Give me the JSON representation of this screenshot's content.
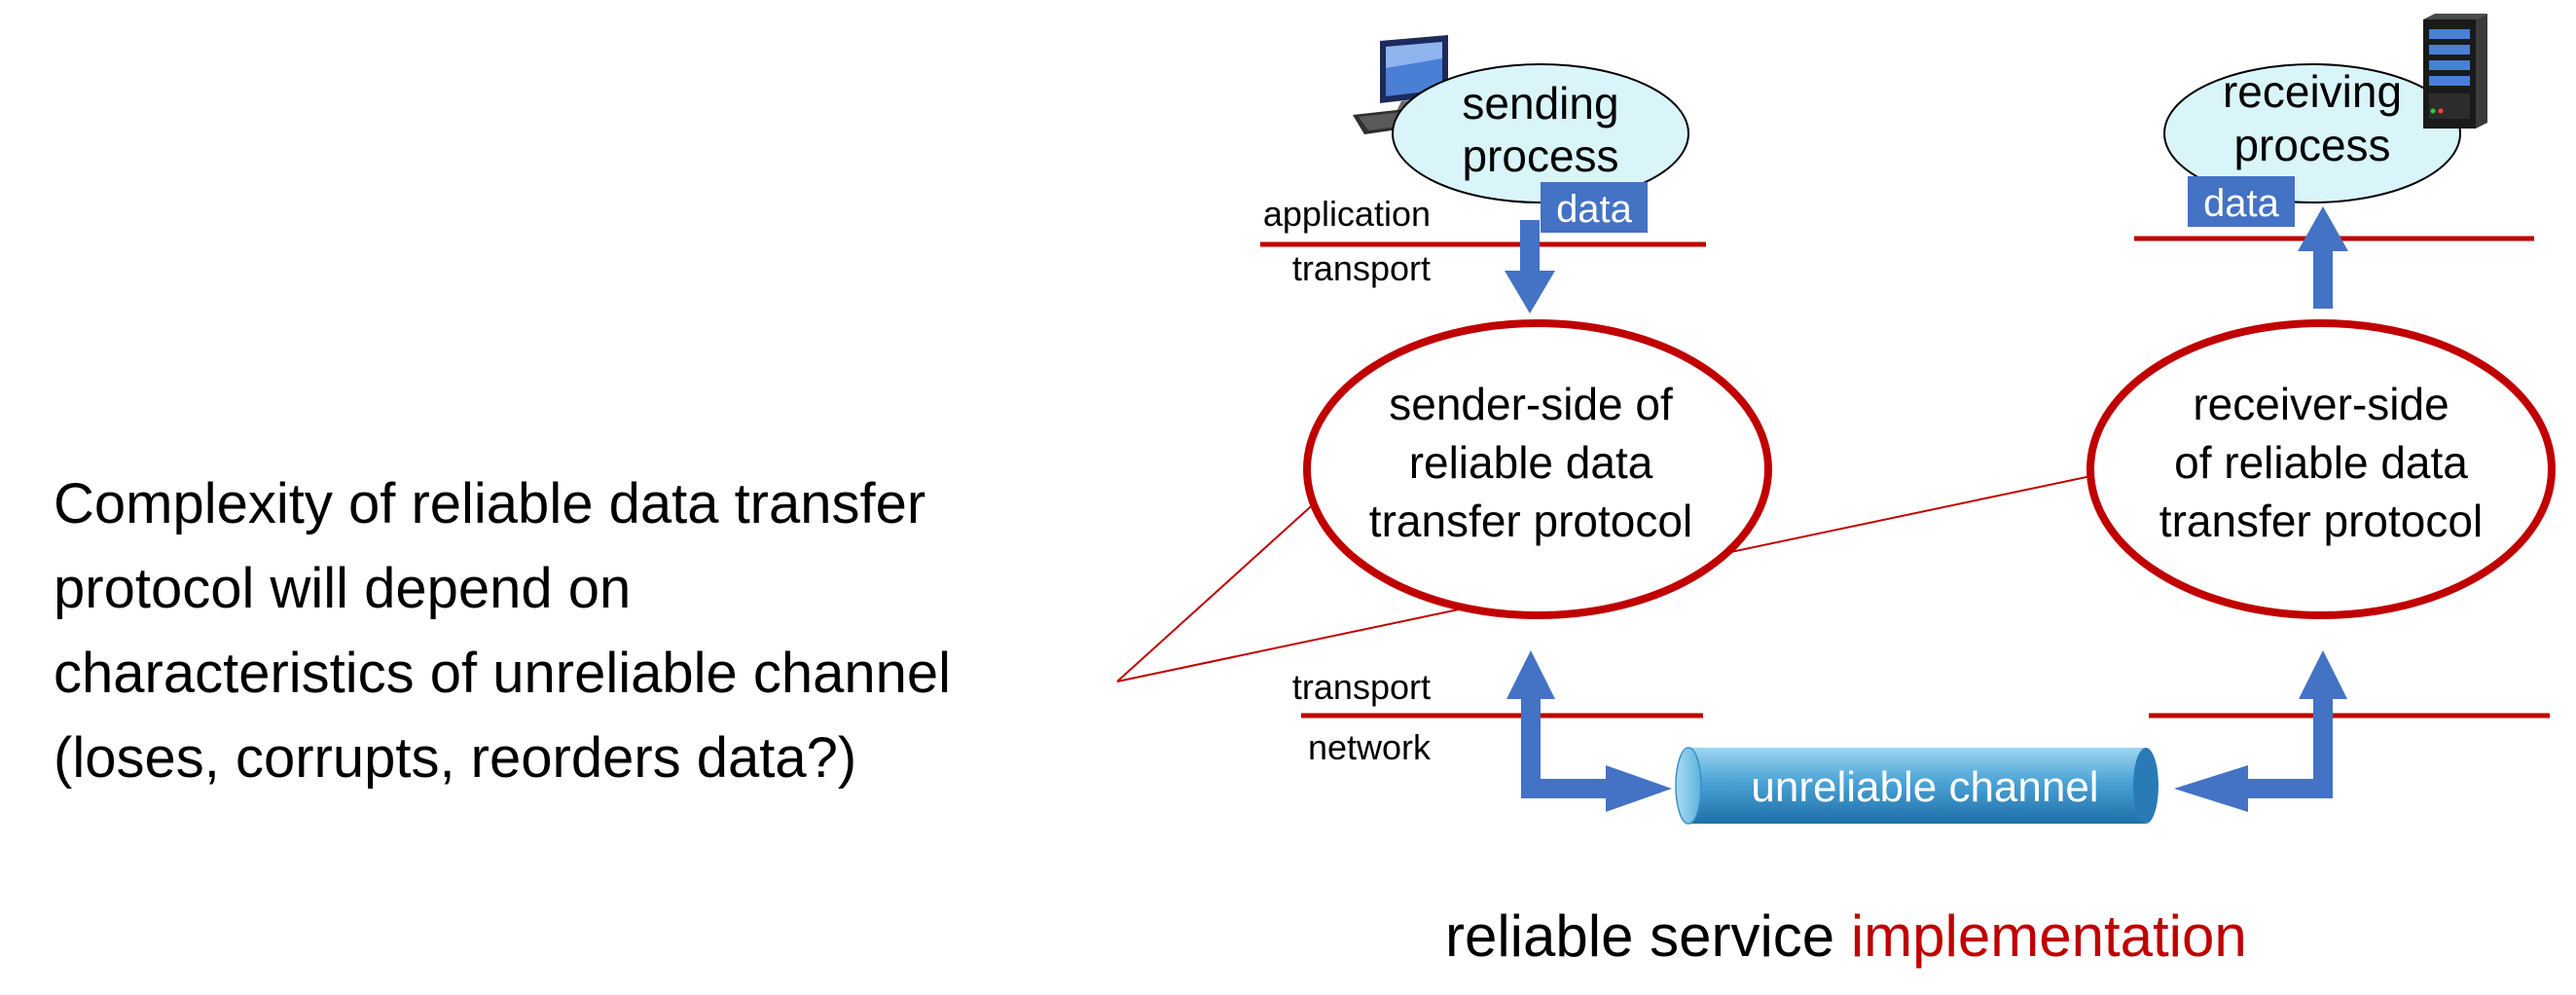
{
  "left_text": {
    "line1": "Complexity of reliable data transfer",
    "line2": "protocol will depend on",
    "line3": "characteristics of unreliable channel",
    "line4": "(loses, corrupts, reorders data?)"
  },
  "sender": {
    "process_line1": "sending",
    "process_line2": "process",
    "data_label": "data",
    "layer_top": "application",
    "layer_bottom": "transport",
    "protocol_line1": "sender-side of",
    "protocol_line2": "reliable data",
    "protocol_line3": "transfer protocol"
  },
  "receiver": {
    "process_line1": "receiving",
    "process_line2": "process",
    "data_label": "data",
    "protocol_line1": "receiver-side",
    "protocol_line2": "of reliable data",
    "protocol_line3": "transfer protocol"
  },
  "lower": {
    "layer_top": "transport",
    "layer_bottom": "network",
    "channel_label": "unreliable channel"
  },
  "caption": {
    "part1": "reliable service ",
    "part2": "implementation"
  },
  "colors": {
    "red": "#c00000",
    "blue_arrow": "#4472c4",
    "data_box": "#4472c4",
    "process_fill": "#d9f5fa",
    "channel_fill": "#4aa3d6"
  }
}
